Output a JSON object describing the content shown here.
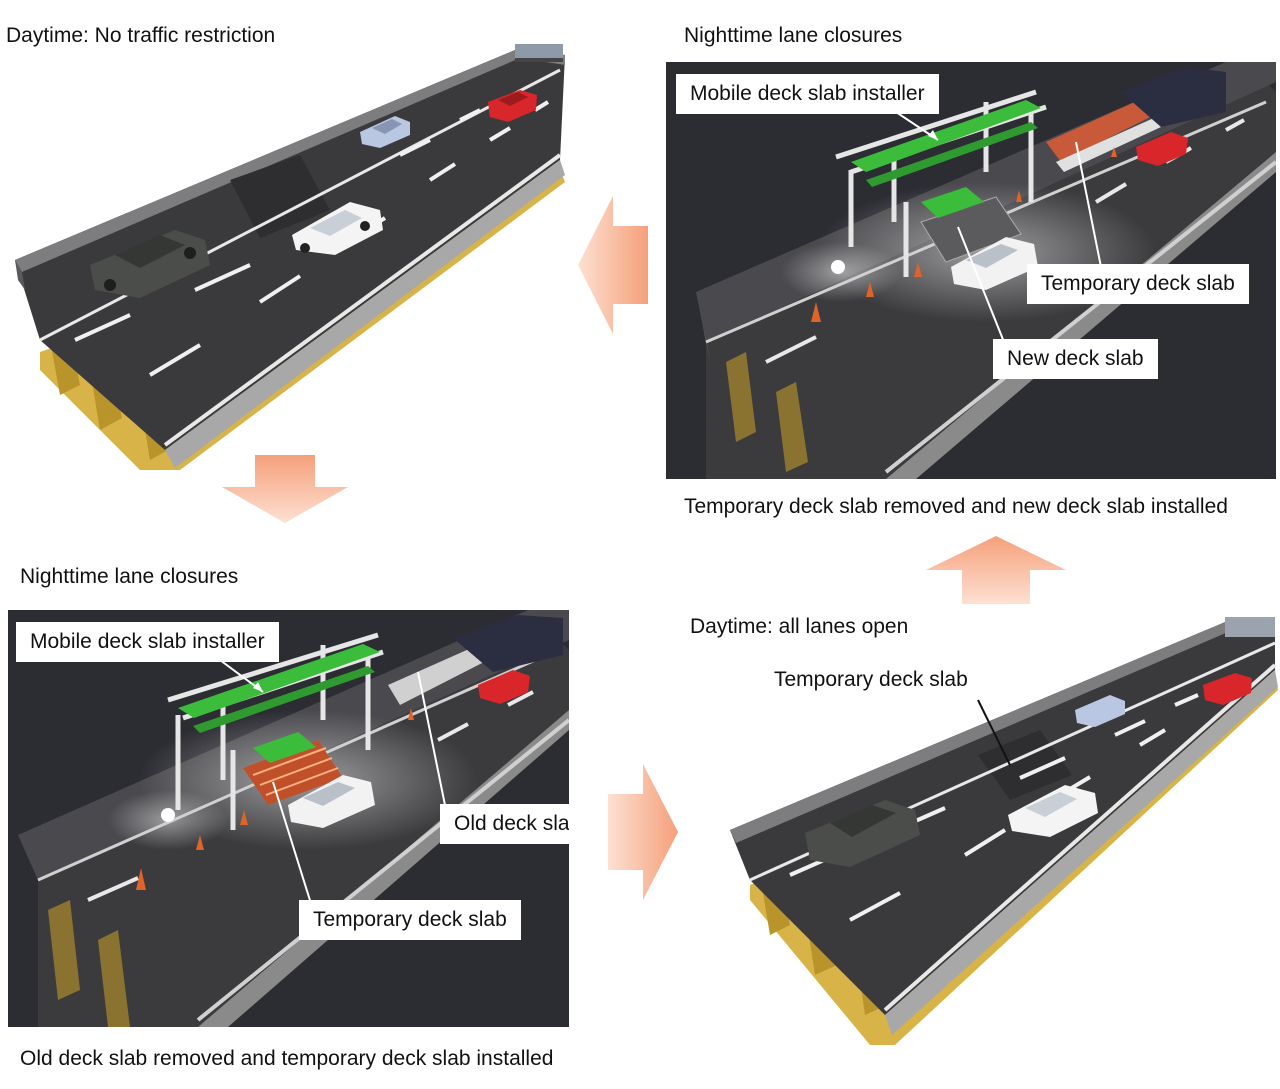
{
  "colors": {
    "night_bg": "#2c2c33",
    "asphalt": "#3d3d3f",
    "girder": "#d9b84a",
    "installer_green": "#3bbd3b",
    "flow_arrow": "#f7b08c",
    "callout_bg": "#ffffff"
  },
  "icons": {
    "flow_arrow": "block-arrow-icon",
    "lamp": "floodlight-icon",
    "cone": "traffic-cone-icon"
  },
  "steps": {
    "daytime_before": {
      "title": "Daytime: No traffic restriction"
    },
    "night_replace": {
      "title": "Nighttime lane closures",
      "callouts": {
        "installer": "Mobile deck slab installer",
        "temporary": "Temporary deck slab",
        "new": "New deck slab"
      },
      "result": "Temporary deck slab removed and new deck slab installed"
    },
    "night_remove": {
      "title": "Nighttime lane closures",
      "callouts": {
        "installer": "Mobile deck slab installer",
        "old": "Old deck slab",
        "temporary": "Temporary deck slab"
      },
      "result": "Old deck slab removed and temporary deck slab installed"
    },
    "daytime_open": {
      "title": "Daytime: all lanes open",
      "callouts": {
        "temporary": "Temporary deck slab"
      }
    }
  }
}
